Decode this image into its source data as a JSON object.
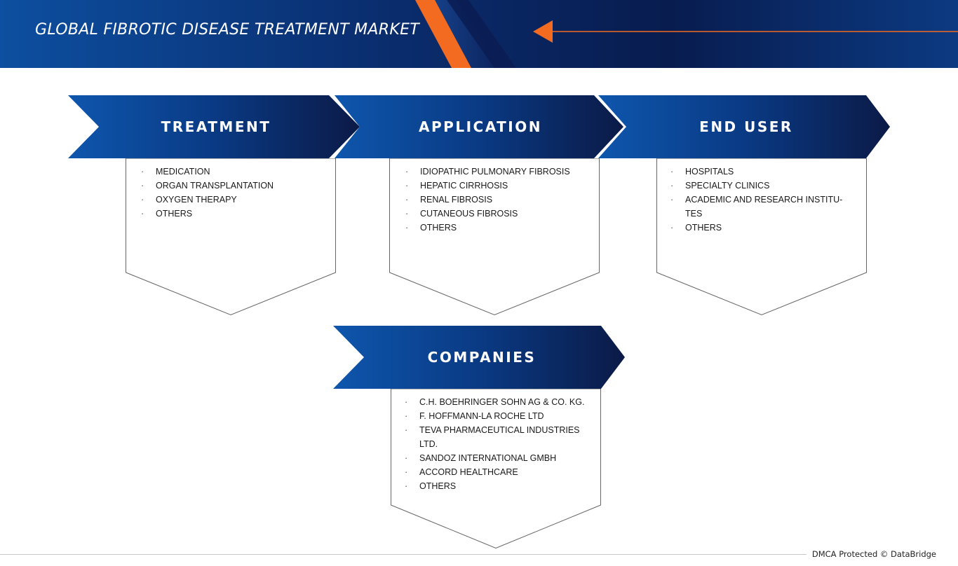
{
  "header": {
    "title": "GLOBAL FIBROTIC DISEASE TREATMENT MARKET",
    "colors": {
      "navy": "#0b1a47",
      "blue": "#0d4fa0",
      "orange": "#f26b21"
    }
  },
  "segments": {
    "treatment": {
      "label": "TREATMENT",
      "items": [
        "MEDICATION",
        "ORGAN TRANSPLANTATION",
        "OXYGEN THERAPY",
        "OTHERS"
      ]
    },
    "application": {
      "label": "APPLICATION",
      "items": [
        "IDIOPATHIC PULMONARY FIBROSIS",
        "HEPATIC CIRRHOSIS",
        "RENAL FIBROSIS",
        "CUTANEOUS FIBROSIS",
        "OTHERS"
      ]
    },
    "end_user": {
      "label": "END USER",
      "items": [
        "HOSPITALS",
        "SPECIALTY CLINICS",
        "ACADEMIC AND RESEARCH INSTITU-",
        "TES",
        "OTHERS"
      ]
    },
    "companies": {
      "label": "COMPANIES",
      "items": [
        "C.H. BOEHRINGER SOHN AG & CO. KG.",
        "F. HOFFMANN-LA ROCHE LTD",
        "TEVA PHARMACEUTICAL INDUSTRIES",
        "LTD.",
        "SANDOZ INTERNATIONAL GMBH",
        "ACCORD HEALTHCARE",
        "OTHERS"
      ]
    }
  },
  "bullet_char": "·",
  "footer": {
    "text": "DMCA Protected © DataBridge"
  }
}
